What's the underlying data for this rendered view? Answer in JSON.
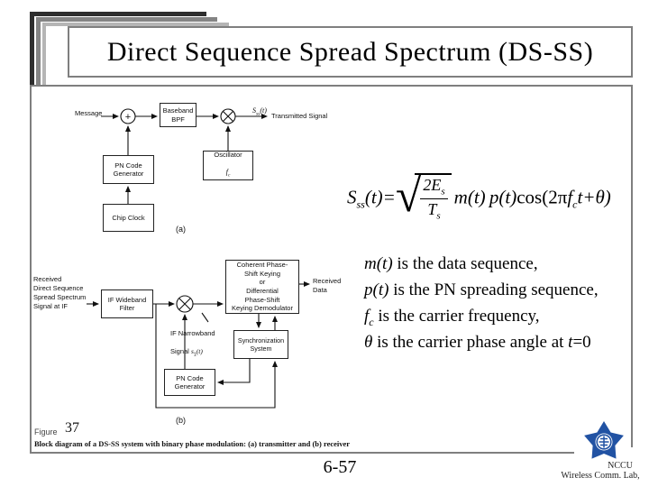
{
  "slide": {
    "title": "Direct Sequence Spread Spectrum (DS-SS)",
    "page_number": "6-57"
  },
  "figure": {
    "label": "Figure",
    "number": "37",
    "caption": "Block diagram of a DS-SS system with binary phase modulation: (a) transmitter and (b) receiver"
  },
  "diagram_a": {
    "tag": "(a)",
    "message_label": "Message",
    "adder_symbol": "+",
    "bpf_box": "Baseband\nBPF",
    "pn_box": "PN Code\nGenerator",
    "chip_box": "Chip Clock",
    "osc_label": "Oscillator",
    "osc_sym": "f",
    "osc_sym_sub": "c",
    "output_sig": {
      "base": "S",
      "sub": "ss",
      "args": "(t)"
    },
    "output_label": "Transmitted Signal"
  },
  "diagram_b": {
    "tag": "(b)",
    "input_label": "Received\nDirect Sequence\nSpread Spectrum\nSignal at IF",
    "filter_box": "IF Wideband\nFilter",
    "demod_box": "Coherent Phase-\nShift Keying\nor\nDifferential\nPhase-Shift\nKeying Demodulator",
    "sync_box": "Synchronization\nSystem",
    "pn_box": "PN Code\nGenerator",
    "narrowband": {
      "l1": "IF Narrowband",
      "l2a": "Signal ",
      "l2s": "s",
      "l2sub": "1",
      "l2b": "(t)"
    },
    "output_label": "Received\nData"
  },
  "math": {
    "formula": {
      "lhs_base": "S",
      "lhs_sub": "ss",
      "lhs_rest": "(t)=",
      "num_base": "2E",
      "num_sub": "s",
      "den_base": "T",
      "den_sub": "s",
      "rhs_m": "m(t)",
      "rhs_p": "p(t)",
      "rhs_cos": "cos(2π",
      "rhs_f": "f",
      "rhs_fsub": "c",
      "rhs_end": "t+θ)"
    },
    "lines": [
      {
        "lead": "m(t)",
        "text": " is the data sequence,"
      },
      {
        "lead": "p(t)",
        "text": " is the PN spreading sequence,"
      },
      {
        "lead": "f",
        "lead_sub": "c",
        "text": " is the carrier frequency,"
      },
      {
        "lead": "θ",
        "text": " is the carrier phase angle at ",
        "tail": "t",
        "tail_b": "=0"
      }
    ]
  },
  "logo": {
    "org": "NCCU",
    "lab": "Wireless Comm. Lab,"
  },
  "colors": {
    "border_gray": "#7f7f7f",
    "diagram_ink": "#111111",
    "logo_blue": "#2152a3"
  }
}
